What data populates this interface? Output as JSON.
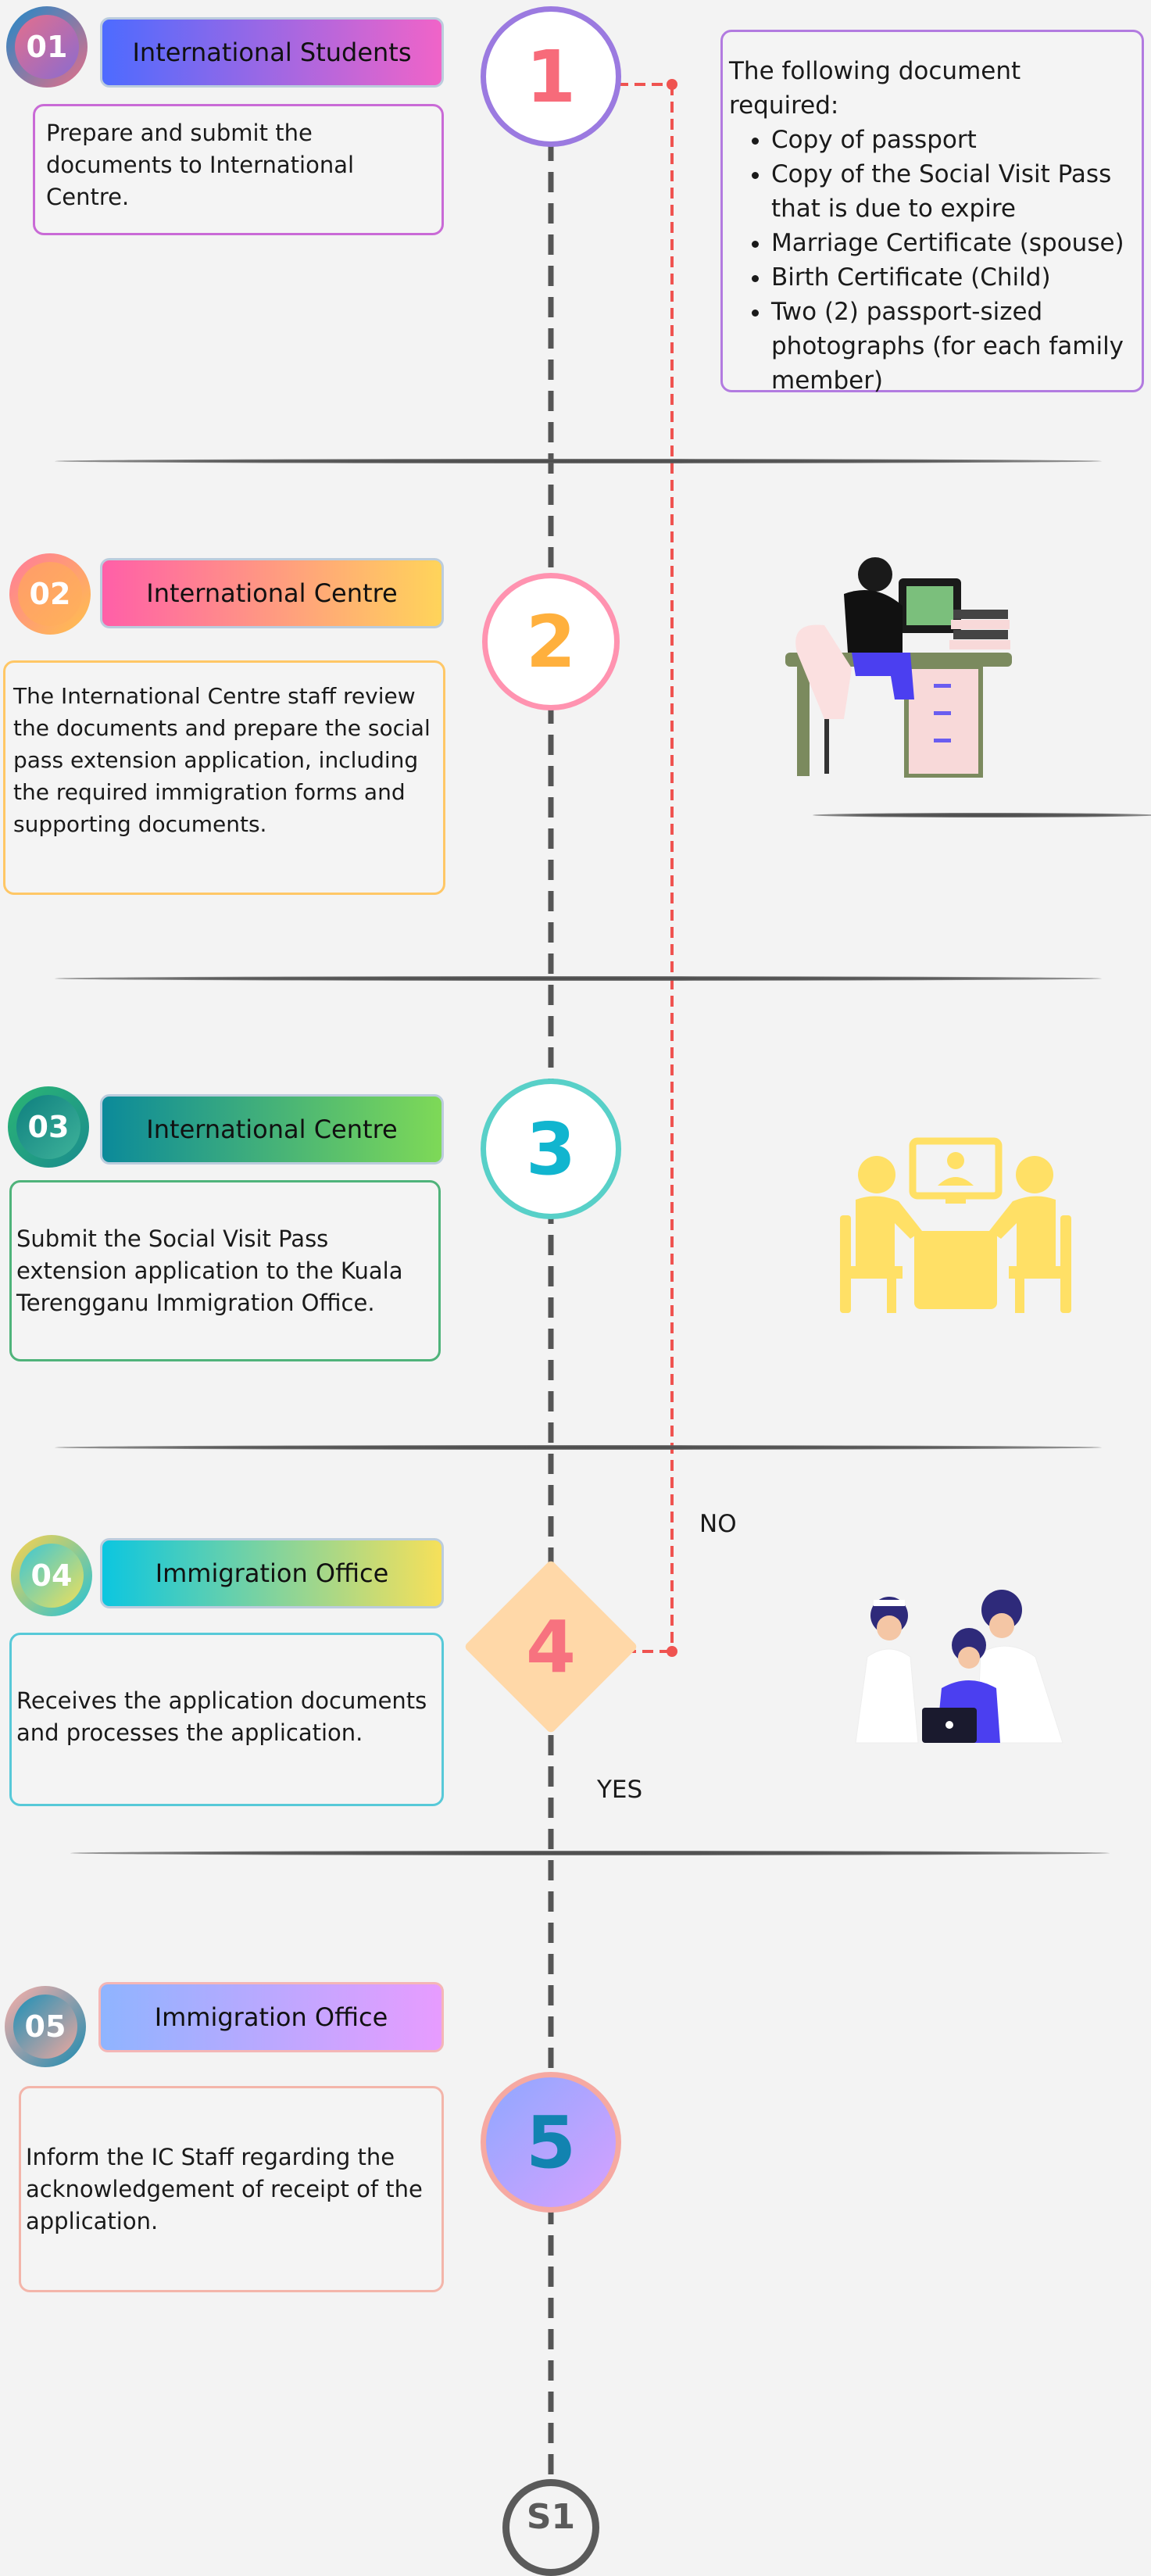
{
  "steps": [
    {
      "badge": "01",
      "title": "International Students",
      "desc": "Prepare and submit the documents to International Centre.",
      "number": "1"
    },
    {
      "badge": "02",
      "title": "International Centre",
      "desc": "The International Centre staff review the documents and prepare the social pass extension application, including the required immigration forms and supporting documents.",
      "number": "2"
    },
    {
      "badge": "03",
      "title": "International Centre",
      "desc": "Submit the Social Visit Pass extension application to the Kuala Terengganu Immigration Office.",
      "number": "3"
    },
    {
      "badge": "04",
      "title": "Immigration Office",
      "desc": "Receives the application documents and processes the application.",
      "number": "4"
    },
    {
      "badge": "05",
      "title": "Immigration Office",
      "desc": "Inform the IC Staff regarding the acknowledgement of receipt of the application.",
      "number": "5"
    }
  ],
  "documents": {
    "heading": "The following document required:",
    "items": [
      "Copy of passport",
      "Copy of the Social Visit Pass that is due to expire",
      "Marriage Certificate (spouse)",
      "Birth Certificate (Child)",
      "Two (2) passport-sized photographs (for each family member)"
    ]
  },
  "decision": {
    "no_label": "NO",
    "yes_label": "YES"
  },
  "end_marker": "S1",
  "colors": {
    "timeline": "#555555",
    "loop_line": "#ef5350"
  }
}
